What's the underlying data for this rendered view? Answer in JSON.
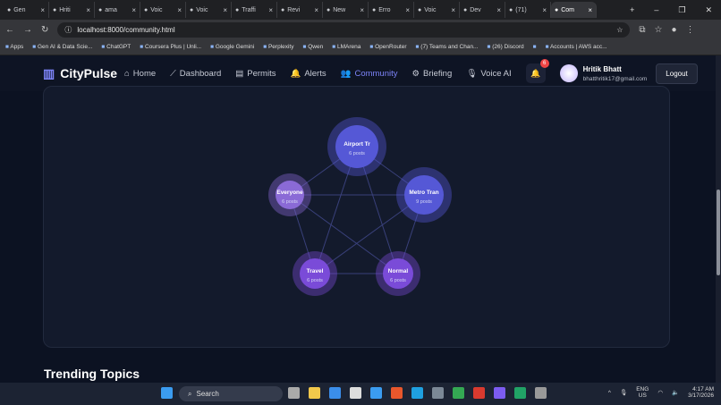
{
  "browser": {
    "tabs": [
      "Gen",
      "Hriti",
      "ama",
      "Voic",
      "Voic",
      "Traffi",
      "Revi",
      "New",
      "Erro",
      "Voic",
      "Dev",
      "(71)",
      "Com"
    ],
    "active_tab": 12,
    "url": "localhost:8000/community.html",
    "bookmarks": [
      "Apps",
      "Gen AI & Data Scie...",
      "ChatGPT",
      "Coursera Plus | Unli...",
      "Google Gemini",
      "Perplexity",
      "Qwen",
      "LMArena",
      "OpenRouter",
      "(7) Teams and Chan...",
      "(26) Discord",
      "",
      "Accounts | AWS acc..."
    ]
  },
  "nav": {
    "brand": "CityPulse",
    "items": [
      {
        "label": "Home",
        "icon": "⌂"
      },
      {
        "label": "Dashboard",
        "icon": "⟋"
      },
      {
        "label": "Permits",
        "icon": "▤"
      },
      {
        "label": "Alerts",
        "icon": "🔔"
      },
      {
        "label": "Community",
        "icon": "👥"
      },
      {
        "label": "Briefing",
        "icon": "⚙"
      },
      {
        "label": "Voice AI",
        "icon": "🎙"
      }
    ],
    "active": "Community",
    "notification_count": "6",
    "user_name": "Hritik Bhatt",
    "user_email": "bhatthritik17@gmail.com",
    "logout": "Logout",
    "accent": "#7c83f7"
  },
  "graph": {
    "nodes": [
      {
        "label": "Airport Tr",
        "posts": "6 posts",
        "color": "#5558d6"
      },
      {
        "label": "Everyone",
        "posts": "6 posts",
        "color": "#8a6ad6"
      },
      {
        "label": "Metro Tran",
        "posts": "9 posts",
        "color": "#5558d6"
      },
      {
        "label": "Travel",
        "posts": "6 posts",
        "color": "#7a4bd8"
      },
      {
        "label": "Normal",
        "posts": "6 posts",
        "color": "#7a4bd8"
      }
    ]
  },
  "section_title": "Trending Topics",
  "taskbar": {
    "search": "Search",
    "lang": "ENG",
    "region": "US",
    "time": "4:17 AM",
    "date": "3/17/2026"
  }
}
